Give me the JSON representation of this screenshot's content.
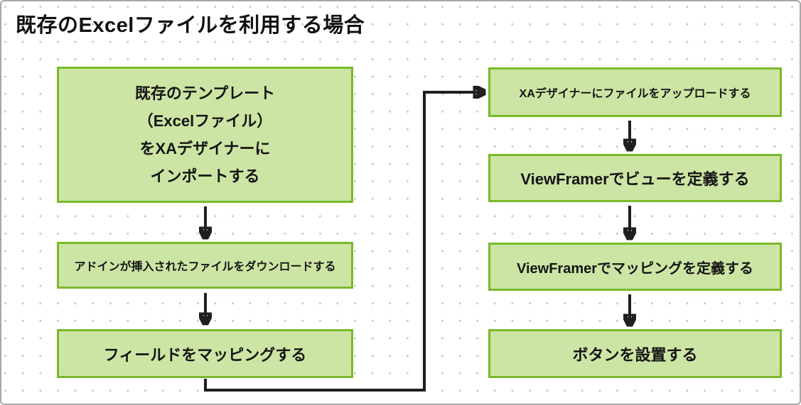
{
  "title": "既存のExcelファイルを利用する場合",
  "colors": {
    "box_fill": "#cde5a4",
    "box_border": "#79b92c",
    "arrow": "#1f1f1f",
    "dot_grid": "#c7c7c7",
    "frame": "#a8a8a8",
    "title_text": "#111111"
  },
  "flow": {
    "left_column": [
      {
        "lines": [
          "既存のテンプレート",
          "（Excelファイル）",
          "をXAデザイナーに",
          "インポートする"
        ]
      },
      {
        "label": "アドインが挿入されたファイルをダウンロードする"
      },
      {
        "label": "フィールドをマッピングする"
      }
    ],
    "right_column": [
      {
        "label": "XAデザイナーにファイルをアップロードする"
      },
      {
        "label": "ViewFramerでビューを定義する"
      },
      {
        "label": "ViewFramerでマッピングを定義する"
      },
      {
        "label": "ボタンを設置する"
      }
    ]
  }
}
